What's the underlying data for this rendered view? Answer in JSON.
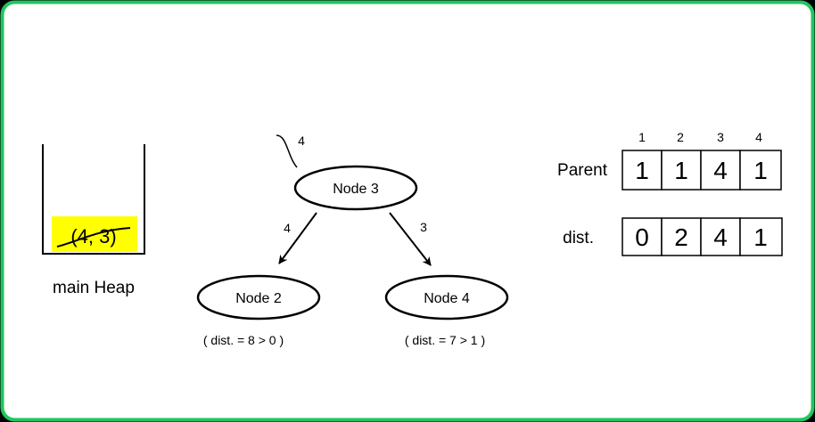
{
  "colors": {
    "frame_border": "#22c55e",
    "background": "#ffffff",
    "ink": "#000000",
    "highlight": "#ffff00"
  },
  "heap": {
    "label": "main Heap",
    "entry": "(4, 3)",
    "entry_crossed_out": true
  },
  "edge_labels": {
    "incoming": "4",
    "to_node2": "4",
    "to_node4": "3"
  },
  "nodes": {
    "node3": "Node 3",
    "node2": "Node 2",
    "node4": "Node 4"
  },
  "notes": {
    "node2": "( dist. = 8 > 0 )",
    "node4": "( dist. = 7 > 1 )"
  },
  "table": {
    "indices": [
      "1",
      "2",
      "3",
      "4"
    ],
    "parent_label": "Parent",
    "parent": [
      "1",
      "1",
      "4",
      "1"
    ],
    "dist_label": "dist.",
    "dist": [
      "0",
      "2",
      "4",
      "1"
    ]
  }
}
